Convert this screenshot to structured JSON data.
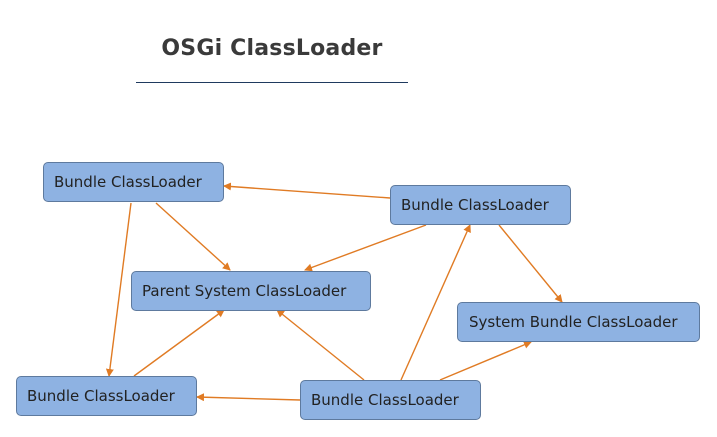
{
  "title": "OSGi ClassLoader",
  "colors": {
    "node_fill": "#8eb2e2",
    "node_border": "#5e7a9e",
    "arrow": "#e07b24",
    "rule": "#1f3a5f"
  },
  "nodes": {
    "bundle_a": {
      "label": "Bundle ClassLoader"
    },
    "bundle_b": {
      "label": "Bundle ClassLoader"
    },
    "parent_system": {
      "label": "Parent System ClassLoader"
    },
    "system_bundle": {
      "label": "System Bundle ClassLoader"
    },
    "bundle_c": {
      "label": "Bundle ClassLoader"
    },
    "bundle_d": {
      "label": "Bundle ClassLoader"
    }
  },
  "edges": [
    {
      "from": "bundle_b",
      "to": "bundle_a"
    },
    {
      "from": "bundle_a",
      "to": "parent_system"
    },
    {
      "from": "bundle_a",
      "to": "bundle_c"
    },
    {
      "from": "bundle_b",
      "to": "parent_system"
    },
    {
      "from": "bundle_b",
      "to": "system_bundle"
    },
    {
      "from": "bundle_c",
      "to": "parent_system"
    },
    {
      "from": "bundle_d",
      "to": "bundle_b"
    },
    {
      "from": "bundle_d",
      "to": "parent_system"
    },
    {
      "from": "bundle_d",
      "to": "system_bundle"
    },
    {
      "from": "bundle_d",
      "to": "bundle_c"
    }
  ]
}
